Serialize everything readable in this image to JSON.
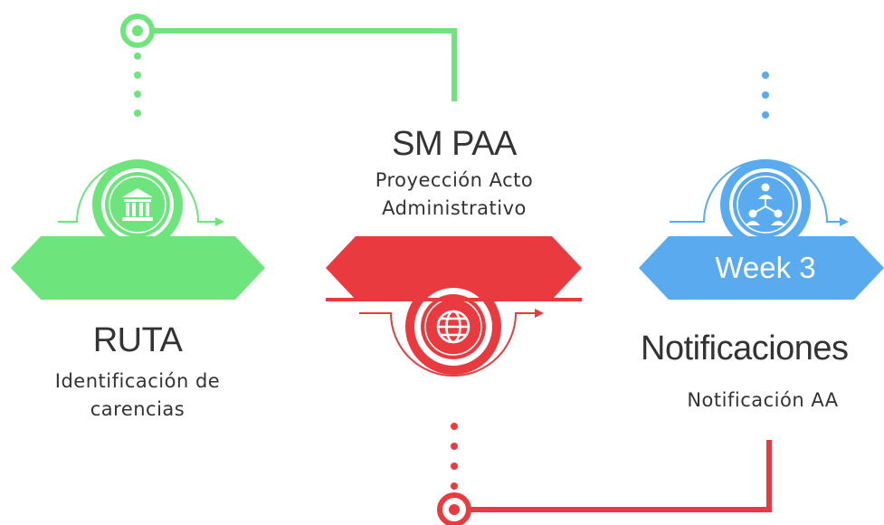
{
  "colors": {
    "green": "#6ee47c",
    "red": "#e83a3f",
    "blue": "#5aaaf0"
  },
  "steps": [
    {
      "title": "RUTA",
      "description": "Identificación de carencias",
      "banner_label": "",
      "icon": "bank-building-icon",
      "color": "green"
    },
    {
      "title": "SM PAA",
      "description": "Proyección Acto Administrativo",
      "banner_label": "",
      "icon": "globe-icon",
      "color": "red"
    },
    {
      "title": "Notificaciones",
      "description": "Notificación AA",
      "banner_label": "Week 3",
      "icon": "people-network-icon",
      "color": "blue"
    }
  ]
}
